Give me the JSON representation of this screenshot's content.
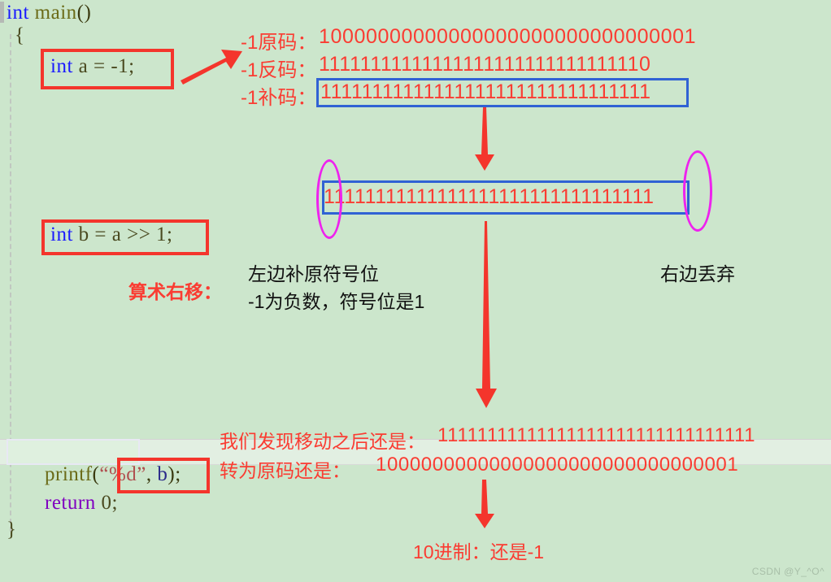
{
  "meta": {
    "background_color": "#cce6cc",
    "annotation_red": "#fa3c32",
    "annotation_blue": "#3062d4",
    "annotation_magenta": "#ee22ee",
    "watermark": "CSDN @Y_^O^"
  },
  "code": {
    "line1_kw": "int",
    "line1_fn": " main",
    "line1_punc": "()",
    "line2": "{",
    "line3_kw": "int",
    "line3_rest": " a = -1;",
    "line4_kw": "int",
    "line4_rest": " b = a >> 1;",
    "line5_fn": "printf",
    "line5_open": "(",
    "line5_str": "“%d”",
    "line5_comma": ", ",
    "line5_var": "b",
    "line5_close": ")",
    "line5_semi": ";",
    "line6_kw": "return",
    "line6_rest": " 0;",
    "line7": "}"
  },
  "annotations": {
    "original_code_label": "-1原码：",
    "original_code_bits": "10000000000000000000000000000001",
    "inverse_code_label": "-1反码：",
    "inverse_code_bits": "11111111111111111111111111111110",
    "complement_label": "-1补码：",
    "complement_bits": "11111111111111111111111111111111",
    "shifted_bits": "11111111111111111111111111111111",
    "arith_shift_label": "算术右移：",
    "left_fill_line1": "左边补原符号位",
    "left_fill_line2": "-1为负数，符号位是1",
    "right_discard": "右边丢弃",
    "result_label": "我们发现移动之后还是：",
    "result_bits": "11111111111111111111111111111111",
    "to_original_label": "转为原码还是：",
    "to_original_bits": "10000000000000000000000000000001",
    "decimal_label": "10进制：还是-1"
  },
  "icons": {
    "arrow_diagonal": "arrow-up-right-icon",
    "arrow_down_short": "arrow-down-icon",
    "arrow_down_long": "arrow-down-long-icon",
    "arrow_down_final": "arrow-down-final-icon",
    "ellipse_left": "ellipse-highlight-left-icon",
    "ellipse_right": "ellipse-highlight-right-icon"
  }
}
